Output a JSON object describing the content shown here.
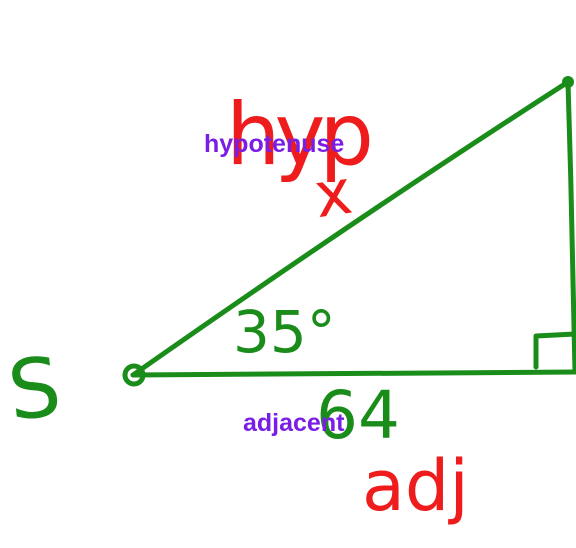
{
  "diagram": {
    "type": "right-triangle",
    "typed_labels": {
      "hypotenuse": "hypotenuse",
      "adjacent": "adjacent"
    },
    "handwritten": {
      "hypotenuse_abbrev": "hyp",
      "adjacent_abbrev": "adj",
      "hypotenuse_value": "x",
      "adjacent_value": "64",
      "angle": "35°",
      "vertex_letter": "S"
    },
    "colors": {
      "triangle": "#1a8c1a",
      "typed_label": "#7a1ee6",
      "handwriting_red": "#ee1c1c",
      "handwriting_green": "#1a8c1a"
    }
  }
}
